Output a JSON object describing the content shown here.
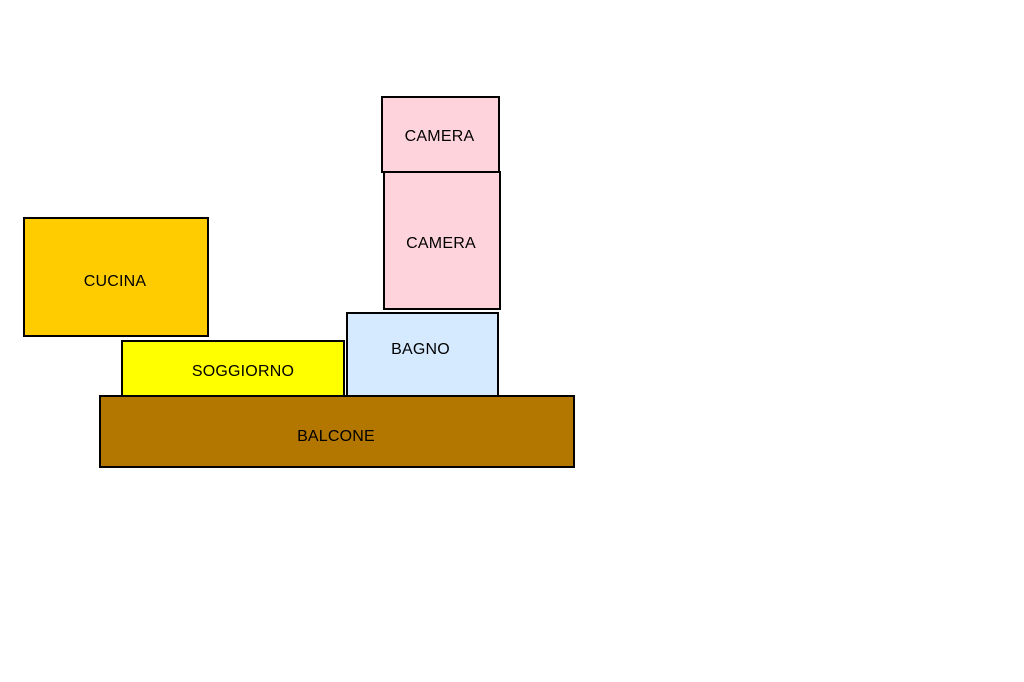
{
  "rooms": {
    "camera_top": {
      "label": "CAMERA",
      "color": "#ffd3dc"
    },
    "camera_bottom": {
      "label": "CAMERA",
      "color": "#ffd3dc"
    },
    "cucina": {
      "label": "CUCINA",
      "color": "#ffcc00"
    },
    "soggiorno": {
      "label": "SOGGIORNO",
      "color": "#ffff00"
    },
    "bagno": {
      "label": "BAGNO",
      "color": "#d6eaff"
    },
    "balcone": {
      "label": "BALCONE",
      "color": "#b37700"
    }
  }
}
